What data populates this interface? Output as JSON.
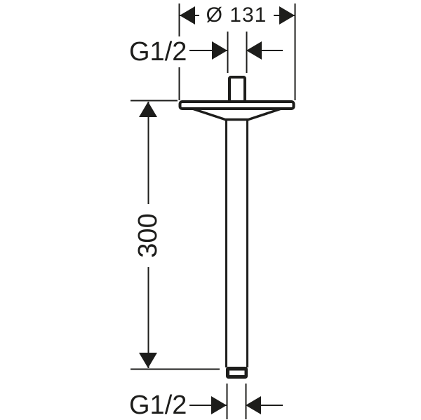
{
  "colors": {
    "line": "#1d1d1b",
    "background": "#ffffff"
  },
  "labels": {
    "top_diameter": "Ø 131",
    "top_thread": "G1/2",
    "length": "300",
    "bottom_thread": "G1/2"
  }
}
